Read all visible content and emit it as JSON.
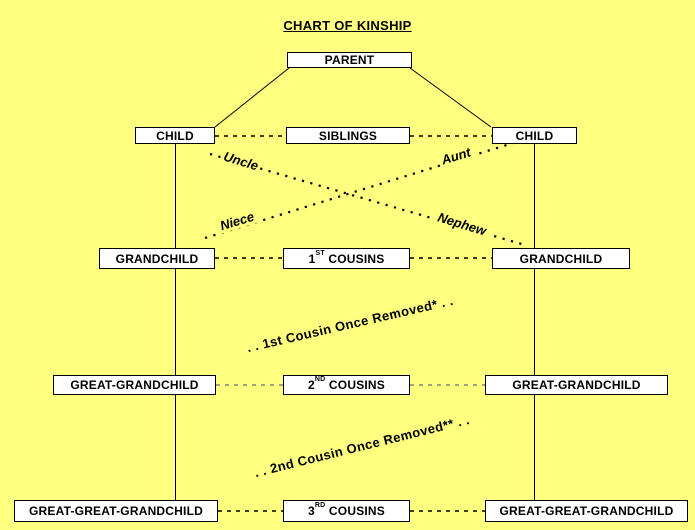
{
  "page": {
    "title": "CHART OF KINSHIP"
  },
  "colors": {
    "background": "#FFFF80",
    "box_fill": "#FFFFFF",
    "line": "#000000",
    "gray_dash": "#808080"
  },
  "boxes": {
    "parent": "PARENT",
    "child_left": "CHILD",
    "siblings": "SIBLINGS",
    "child_right": "CHILD",
    "grandchild_left": "GRANDCHILD",
    "grandchild_right": "GRANDCHILD",
    "great_grandchild_left": "GREAT-GRANDCHILD",
    "great_grandchild_right": "GREAT-GRANDCHILD",
    "great_great_grandchild_left": "GREAT-GREAT-GRANDCHILD",
    "great_great_grandchild_right": "GREAT-GREAT-GRANDCHILD",
    "cousins1": {
      "num": "1",
      "sup": "ST",
      "rest": " COUSINS"
    },
    "cousins2": {
      "num": "2",
      "sup": "ND",
      "rest": " COUSINS"
    },
    "cousins3": {
      "num": "3",
      "sup": "RD",
      "rest": " COUSINS"
    }
  },
  "relation_labels": {
    "uncle": "Uncle",
    "aunt": "Aunt",
    "niece": "Niece",
    "nephew": "Nephew",
    "first_cousin_once_removed": ". . 1st Cousin Once Removed* . .",
    "second_cousin_once_removed": ". . 2nd Cousin Once Removed** . ."
  }
}
